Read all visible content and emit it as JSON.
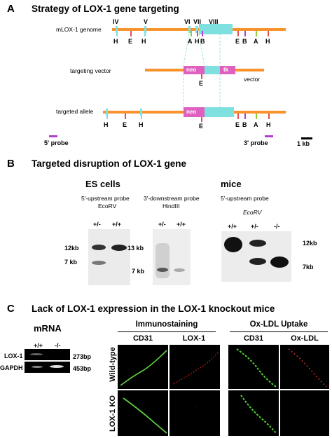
{
  "panelA": {
    "letter": "A",
    "title": "Strategy of LOX-1 gene targeting",
    "rows": {
      "genome": "mLOX-1 genome",
      "vector": "targeting vector",
      "allele": "targeted allele"
    },
    "exons": [
      "IV",
      "V",
      "VI",
      "VII",
      "VIII"
    ],
    "sites_genome": [
      "H",
      "E",
      "H",
      "A",
      "H",
      "B",
      "E",
      "B",
      "A",
      "H"
    ],
    "sites_allele": [
      "H",
      "E",
      "H",
      "E",
      "E",
      "B",
      "A",
      "H"
    ],
    "neo": "neo",
    "tk": "tk",
    "vector_label": "vector",
    "vector_site": "E",
    "probe5": "5' probe",
    "probe3": "3' probe",
    "scale": "1 kb",
    "colors": {
      "gene": "#f7932a",
      "exon": "#7fe0e0",
      "neo": "#e060c0",
      "probe": "#b040d0",
      "green": "#8fd030",
      "red": "#e05050"
    }
  },
  "panelB": {
    "letter": "B",
    "title": "Targeted disruption of LOX-1 gene",
    "es_title": "ES cells",
    "mice_title": "mice",
    "probe1": "5'-upstream probe",
    "enzyme1": "EcoRV",
    "probe2": "3'-downstream probe",
    "enzyme2": "HindIII",
    "probe3": "5'-upstream probe",
    "enzyme3": "EcoRV",
    "lanes1": [
      "+/-",
      "+/+"
    ],
    "lanes2": [
      "+/-",
      "+/+"
    ],
    "lanes3": [
      "+/+",
      "+/-",
      "-/-"
    ],
    "sizes1": [
      "12kb",
      "7 kb"
    ],
    "sizes2": [
      "13 kb",
      "7 kb"
    ],
    "sizes3": [
      "12kb",
      "7kb"
    ]
  },
  "panelC": {
    "letter": "C",
    "title": "Lack of LOX-1 expression in the LOX-1 knockout mice",
    "mrna": "mRNA",
    "lanes": [
      "+/+",
      "-/-"
    ],
    "genes": [
      "LOX-1",
      "GAPDH"
    ],
    "sizes": [
      "273bp",
      "453bp"
    ],
    "immuno": "Immunostaining",
    "uptake": "Ox-LDL Uptake",
    "cols": [
      "CD31",
      "LOX-1",
      "CD31",
      "Ox-LDL"
    ],
    "rows": [
      "Wild-type",
      "LOX-1 KO"
    ]
  }
}
